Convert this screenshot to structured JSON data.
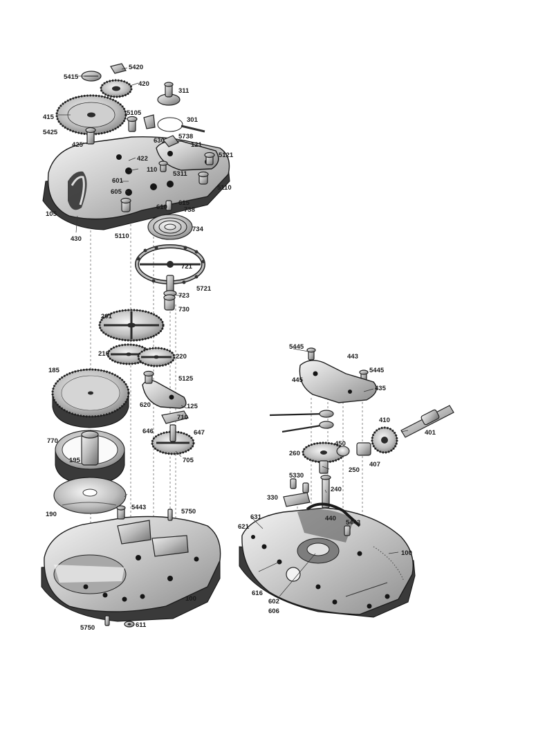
{
  "left_assembly": {
    "labels": [
      "5415",
      "5420",
      "420",
      "311",
      "415",
      "5105",
      "301",
      "5425",
      "425",
      "630",
      "5738",
      "121",
      "5121",
      "422",
      "601",
      "110",
      "5311",
      "605",
      "5110",
      "105",
      "610",
      "615",
      "738",
      "734",
      "430",
      "5110",
      "721",
      "5721",
      "723",
      "730",
      "201",
      "210",
      "220",
      "185",
      "5125",
      "620",
      "125",
      "710",
      "646",
      "647",
      "770",
      "195",
      "705",
      "190",
      "5443",
      "5750",
      "100",
      "5750",
      "611"
    ]
  },
  "right_assembly": {
    "labels": [
      "5445",
      "443",
      "5445",
      "445",
      "435",
      "410",
      "401",
      "450",
      "260",
      "407",
      "250",
      "5330",
      "240",
      "330",
      "631",
      "440",
      "5443",
      "621",
      "100",
      "616",
      "602",
      "606"
    ]
  },
  "colors": {
    "ink": "#1a1a1a",
    "steel_light": "#e6e6e6",
    "steel_dark": "#7a7a7a",
    "background": "#ffffff"
  }
}
